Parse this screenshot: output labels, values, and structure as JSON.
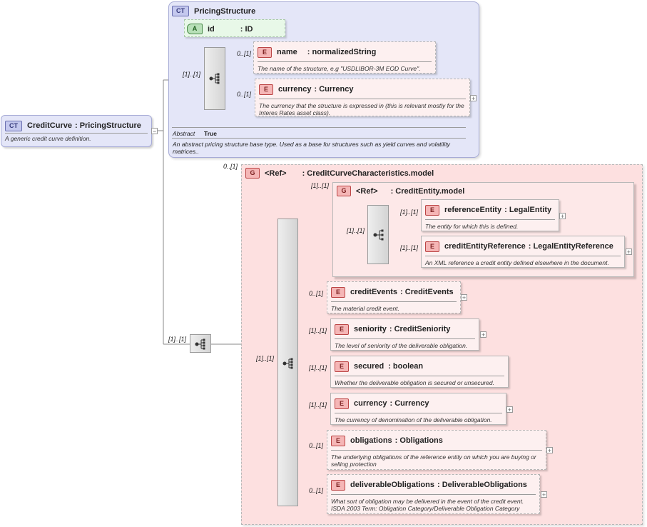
{
  "root": {
    "badge": "CT",
    "name": "CreditCurve",
    "type": ": PricingStructure",
    "doc": "A generic credit curve definition."
  },
  "base": {
    "badge": "CT",
    "title": "PricingStructure",
    "attr": {
      "badge": "A",
      "name": "id",
      "type": ": ID"
    },
    "seq_card": "[1]..[1]",
    "name_el": {
      "badge": "E",
      "card": "0..[1]",
      "name": "name",
      "type": ": normalizedString",
      "doc": "The name of the structure, e.g \"USDLIBOR-3M EOD Curve\"."
    },
    "currency_el": {
      "badge": "E",
      "card": "0..[1]",
      "name": "currency",
      "type": ": Currency",
      "doc": "The currency that the structure is expressed in (this is relevant mostly for the Interes Rates asset class)."
    },
    "abstract_label": "Abstract",
    "abstract_value": "True",
    "doc": "An abstract pricing structure base type. Used as a base for structures such as yield curves and volatility matrices.."
  },
  "ext_seq_card": "[1]..[1]",
  "group": {
    "card": "0..[1]",
    "badge": "G",
    "ref": "<Ref>",
    "name": ": CreditCurveCharacteristics.model",
    "seq_card": "[1]..[1]",
    "entity": {
      "card": "[1]..[1]",
      "badge": "G",
      "ref": "<Ref>",
      "name": ": CreditEntity.model",
      "choice_card": "[1]..[1]",
      "refEntity": {
        "badge": "E",
        "card": "[1]..[1]",
        "name": "referenceEntity",
        "type": ": LegalEntity",
        "doc": "The entity for which this is defined."
      },
      "refEntityRef": {
        "badge": "E",
        "card": "[1]..[1]",
        "name": "creditEntityReference",
        "type": ": LegalEntityReference",
        "doc": "An XML reference a credit entity defined elsewhere in the document."
      }
    },
    "elements": [
      {
        "badge": "E",
        "card": "0..[1]",
        "name": "creditEvents",
        "type": ": CreditEvents",
        "doc": "The material credit event."
      },
      {
        "badge": "E",
        "card": "[1]..[1]",
        "name": "seniority",
        "type": ": CreditSeniority",
        "doc": "The level of seniority of the deliverable obligation."
      },
      {
        "badge": "E",
        "card": "[1]..[1]",
        "name": "secured",
        "type": ": boolean",
        "doc": "Whether the deliverable obligation is secured or unsecured."
      },
      {
        "badge": "E",
        "card": "[1]..[1]",
        "name": "currency",
        "type": ": Currency",
        "doc": "The currency of denomination of the deliverable obligation."
      },
      {
        "badge": "E",
        "card": "0..[1]",
        "name": "obligations",
        "type": ": Obligations",
        "doc": "The underlying obligations of the reference entity on which you are buying or selling protection"
      },
      {
        "badge": "E",
        "card": "0..[1]",
        "name": "deliverableObligations",
        "type": ": DeliverableObligations",
        "doc": "What sort of obligation may be delivered in the event of the credit event. ISDA 2003 Term: Obligation Category/Deliverable Obligation Category"
      }
    ]
  },
  "colors": {
    "ct_panel": "#e4e6f8",
    "group_panel": "#fde0e0",
    "element_fill": "#fdf0f0",
    "attribute_fill": "#e8f8e8"
  },
  "icons": {
    "sequence": "sequence-compositor-icon",
    "choice": "choice-compositor-icon",
    "expand": "expand-plus-icon",
    "collapse": "collapse-minus-icon"
  }
}
